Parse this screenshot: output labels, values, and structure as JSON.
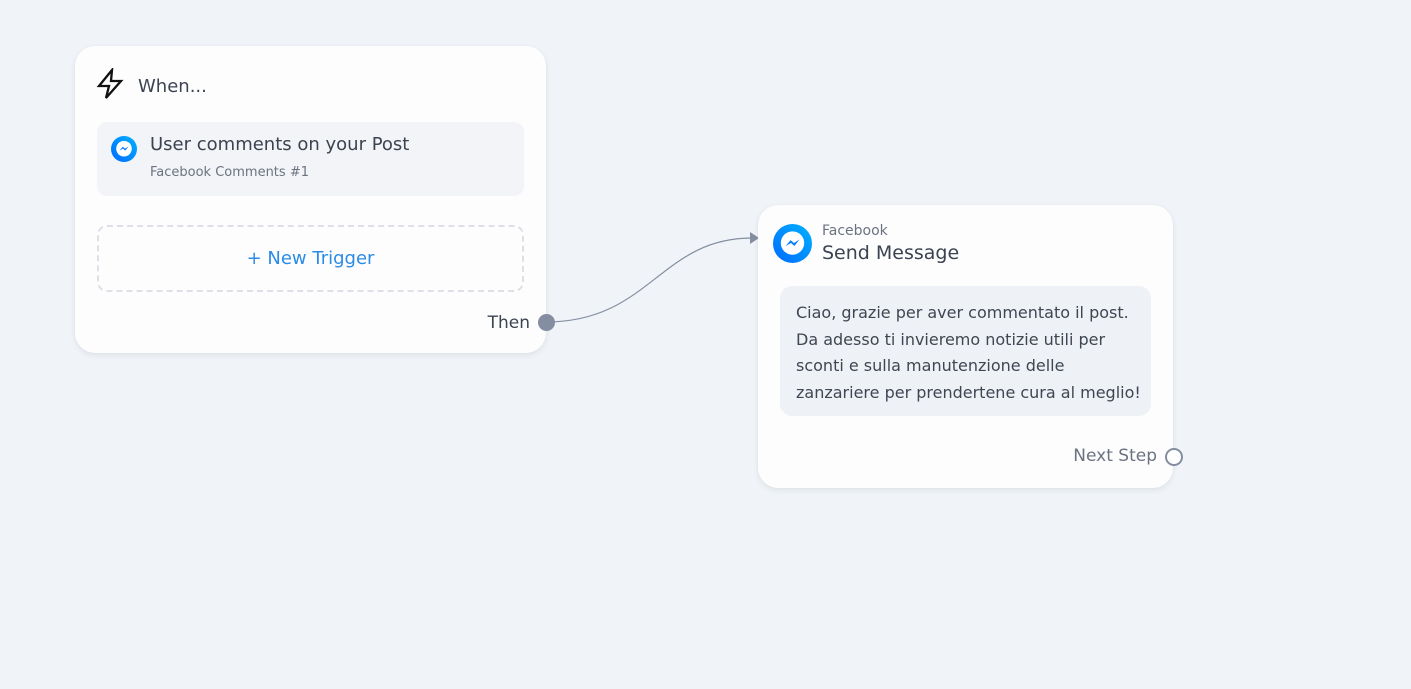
{
  "trigger_card": {
    "header_icon": "lightning-bolt-icon",
    "when_label": "When...",
    "trigger": {
      "icon": "facebook-messenger-icon",
      "title": "User comments on your Post",
      "subtitle": "Facebook Comments #1"
    },
    "new_trigger_label": "+ New Trigger",
    "then_label": "Then"
  },
  "action_card": {
    "icon": "facebook-messenger-icon",
    "provider": "Facebook",
    "title": "Send Message",
    "message_lines": [
      "Ciao, grazie per aver commentato il post.",
      "Da adesso ti invieremo notizie utili per",
      "sconti e sulla manutenzione delle",
      "zanzariere per prendertene cura al meglio!"
    ],
    "next_step_label": "Next Step"
  },
  "colors": {
    "canvas_background": "#f0f4f8",
    "card_background": "#fdfdfe",
    "link_blue": "#2b8be6",
    "connector_gray": "#848ea0",
    "messenger_gradient_start": "#00b2ff",
    "messenger_gradient_end": "#006aff"
  }
}
